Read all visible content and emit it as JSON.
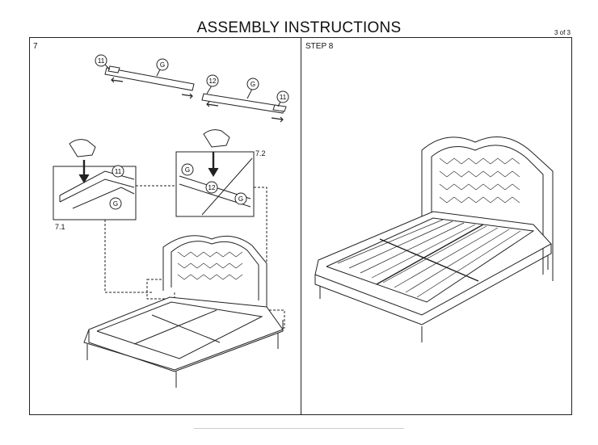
{
  "header": {
    "title": "ASSEMBLY INSTRUCTIONS",
    "page_counter": "3 of 3"
  },
  "panels": {
    "left": {
      "step_label": "7",
      "sub_steps": [
        "7.1",
        "7.2"
      ],
      "callouts": {
        "bracket_a": "11",
        "bracket_b": "12",
        "slat": "G"
      }
    },
    "right": {
      "step_label": "STEP 8"
    }
  },
  "colors": {
    "line": "#222222",
    "paper": "#ffffff"
  }
}
